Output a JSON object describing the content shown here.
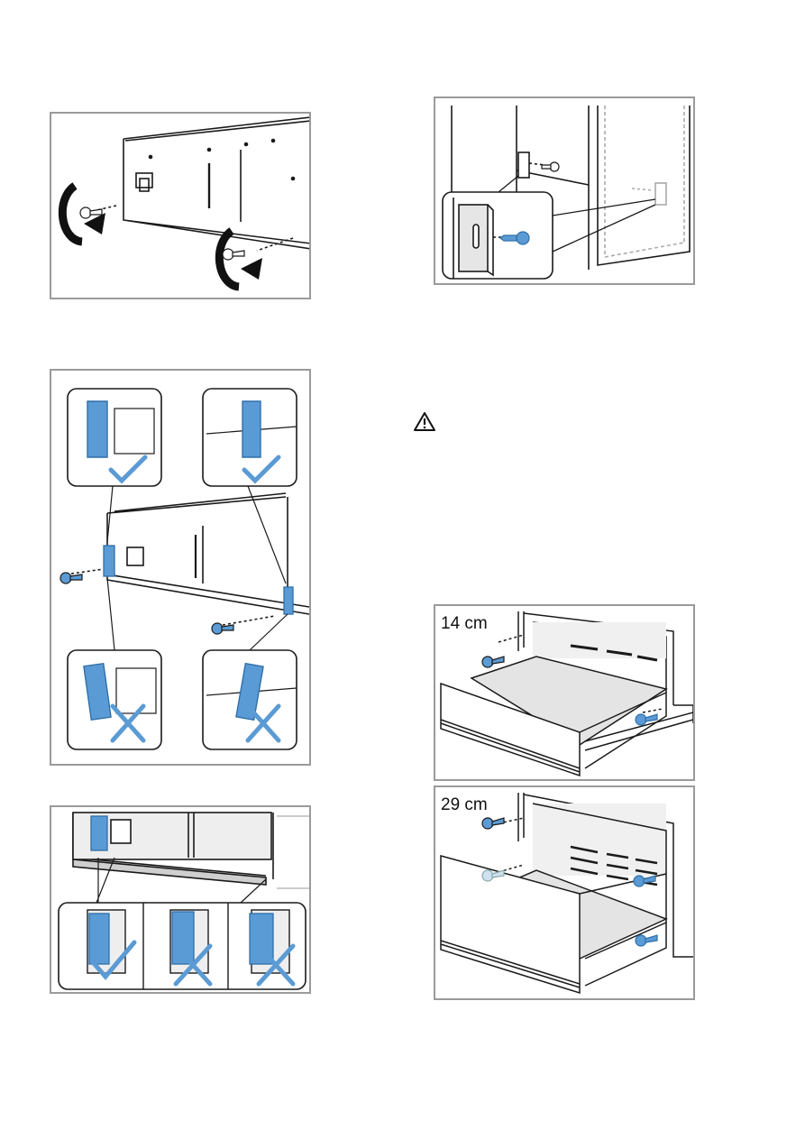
{
  "page": {
    "figures": [
      {
        "id": "fig-remove-screws",
        "kind": "illustration"
      },
      {
        "id": "fig-cabinet-bracket",
        "kind": "illustration"
      },
      {
        "id": "fig-bracket-position",
        "kind": "illustration"
      },
      {
        "id": "fig-bracket-flush",
        "kind": "illustration"
      },
      {
        "id": "fig-drawer-14cm",
        "kind": "illustration",
        "label": "14 cm"
      },
      {
        "id": "fig-drawer-29cm",
        "kind": "illustration",
        "label": "29 cm"
      }
    ],
    "warning_icon": "warning-triangle-icon",
    "colors": {
      "panel_border": "#9a9a9a",
      "line": "#1a1a1a",
      "accent_blue": "#5b9bd5",
      "accent_blue_dark": "#2f6fa8",
      "fill_grey": "#e6e6e6"
    }
  }
}
